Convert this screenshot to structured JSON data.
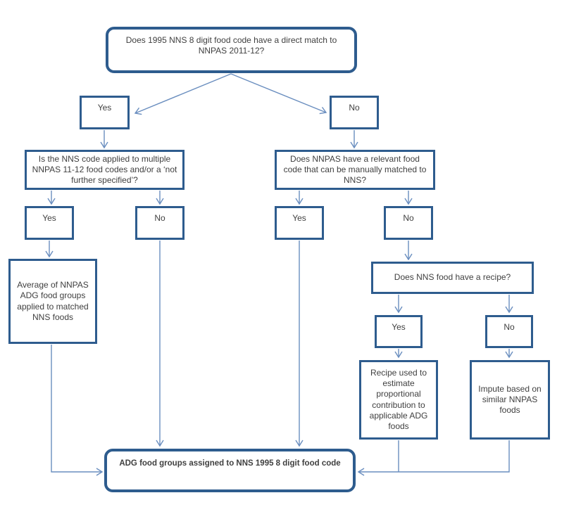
{
  "diagram": {
    "type": "flowchart",
    "description": "Decision tree for assigning ADG food groups to NNS 1995 8 digit food codes",
    "colors": {
      "box_border": "#2e5c8e",
      "connector": "#6a8ebf",
      "text": "#3f3f3f",
      "background": "#ffffff"
    },
    "nodes": {
      "root_question": {
        "label": "Does 1995 NNS 8 digit food code have a direct match to NNPAS 2011-12?",
        "shape": "rounded-rectangle"
      },
      "root_yes": {
        "label": "Yes",
        "shape": "rectangle"
      },
      "root_no": {
        "label": "No",
        "shape": "rectangle"
      },
      "q_multiple": {
        "label": "Is the NNS code applied to multiple NNPAS 11-12 food codes and/or a ‘not further specified’?",
        "shape": "rectangle"
      },
      "q_manual": {
        "label": "Does NNPAS have a relevant food code that can be manually matched to NNS?",
        "shape": "rectangle"
      },
      "multiple_yes": {
        "label": "Yes",
        "shape": "rectangle"
      },
      "multiple_no": {
        "label": "No",
        "shape": "rectangle"
      },
      "manual_yes": {
        "label": "Yes",
        "shape": "rectangle"
      },
      "manual_no": {
        "label": "No",
        "shape": "rectangle"
      },
      "average": {
        "label": "Average of NNPAS ADG food groups applied to matched NNS foods",
        "shape": "rectangle"
      },
      "q_recipe": {
        "label": "Does NNS food have a recipe?",
        "shape": "rectangle"
      },
      "recipe_yes": {
        "label": "Yes",
        "shape": "rectangle"
      },
      "recipe_no": {
        "label": "No",
        "shape": "rectangle"
      },
      "recipe_used": {
        "label": "Recipe used to estimate proportional contribution to applicable ADG foods",
        "shape": "rectangle"
      },
      "impute": {
        "label": "Impute based on similar NNPAS foods",
        "shape": "rectangle"
      },
      "final": {
        "label": "ADG food groups assigned to NNS 1995 8 digit food code",
        "shape": "rounded-rectangle",
        "bold": true
      }
    },
    "edges": [
      {
        "from": "root_question",
        "to": "root_yes"
      },
      {
        "from": "root_question",
        "to": "root_no"
      },
      {
        "from": "root_yes",
        "to": "q_multiple"
      },
      {
        "from": "root_no",
        "to": "q_manual"
      },
      {
        "from": "q_multiple",
        "to": "multiple_yes"
      },
      {
        "from": "q_multiple",
        "to": "multiple_no"
      },
      {
        "from": "q_manual",
        "to": "manual_yes"
      },
      {
        "from": "q_manual",
        "to": "manual_no"
      },
      {
        "from": "multiple_yes",
        "to": "average"
      },
      {
        "from": "multiple_no",
        "to": "final"
      },
      {
        "from": "manual_yes",
        "to": "final"
      },
      {
        "from": "manual_no",
        "to": "q_recipe"
      },
      {
        "from": "q_recipe",
        "to": "recipe_yes"
      },
      {
        "from": "q_recipe",
        "to": "recipe_no"
      },
      {
        "from": "recipe_yes",
        "to": "recipe_used"
      },
      {
        "from": "recipe_no",
        "to": "impute"
      },
      {
        "from": "average",
        "to": "final"
      },
      {
        "from": "recipe_used",
        "to": "final"
      },
      {
        "from": "impute",
        "to": "final"
      }
    ]
  }
}
